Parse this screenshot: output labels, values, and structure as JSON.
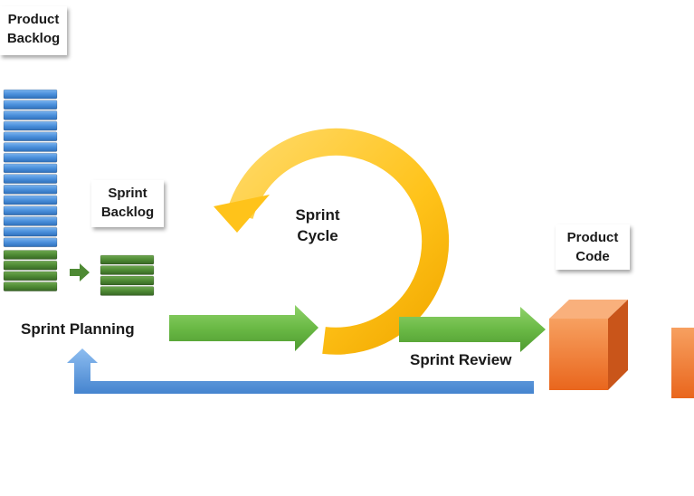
{
  "labels": {
    "product_backlog": [
      "Product",
      "Backlog"
    ],
    "sprint_backlog": [
      "Sprint",
      "Backlog"
    ],
    "sprint_cycle": [
      "Sprint",
      "Cycle"
    ],
    "product_code": [
      "Product",
      "Code"
    ],
    "sprint_planning": "Sprint Planning",
    "sprint_review": "Sprint Review"
  },
  "stacks": {
    "product_backlog_blue_items": 15,
    "product_backlog_green_items": 4,
    "sprint_backlog_items": 4
  },
  "colors": {
    "backlog_blue": "#4a8fdb",
    "backlog_green": "#4e8a34",
    "flow_green": "#6ab945",
    "cycle_yellow": "#ffc31a",
    "cube_orange": "#f07a2e",
    "feedback_blue": "#5b9ad9"
  }
}
